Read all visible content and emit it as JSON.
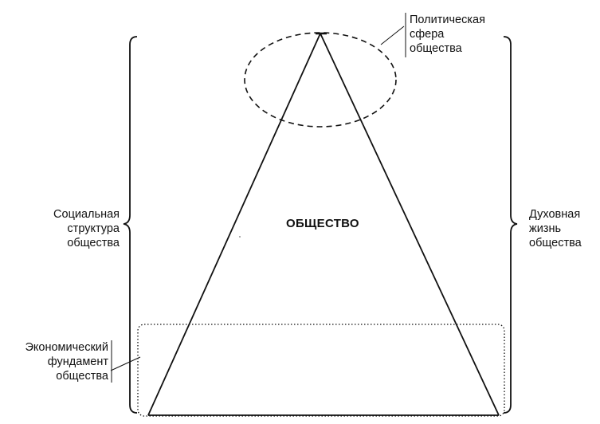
{
  "diagram": {
    "center_label": "ОБЩЕСТВО",
    "political": [
      "Политическая",
      "сфера",
      "общества"
    ],
    "social": [
      "Социальная",
      "структура",
      "общества"
    ],
    "spiritual": [
      "Духовная",
      "жизнь",
      "общества"
    ],
    "economic": [
      "Экономический",
      "фундамент",
      "общества"
    ]
  }
}
